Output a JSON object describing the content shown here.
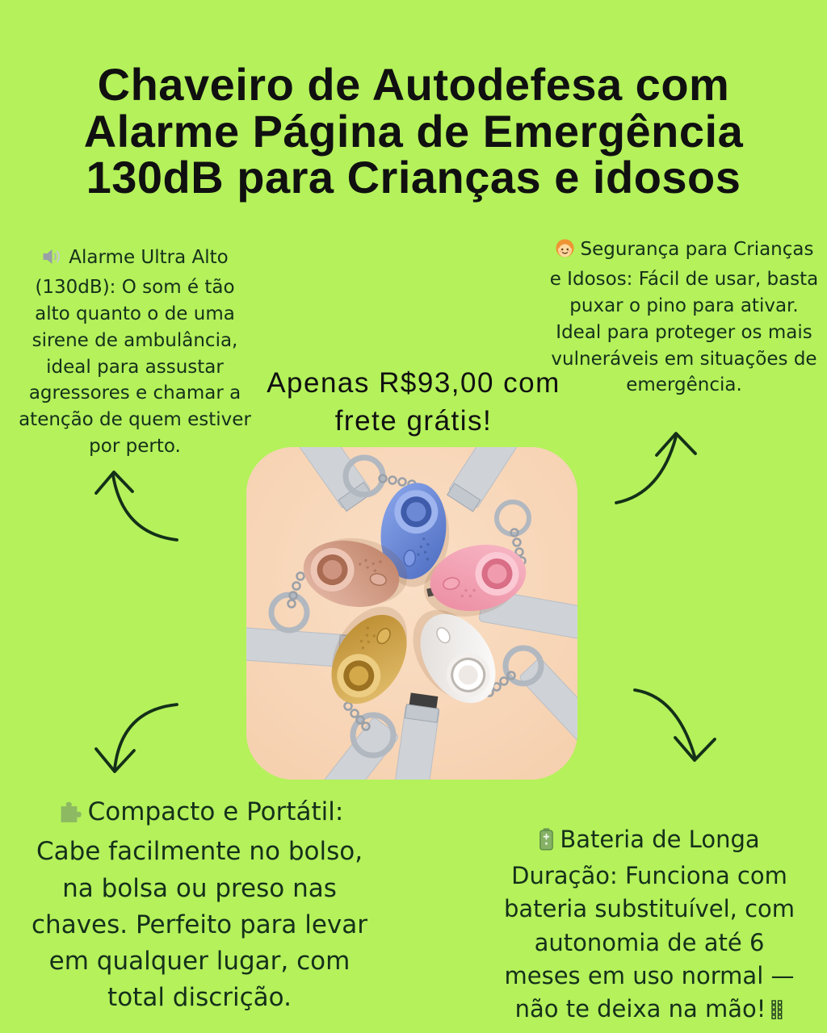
{
  "colors": {
    "background": "#b4f15b",
    "title_text": "#101010",
    "body_text": "#15301a",
    "photo_background": "#f8d5b6",
    "arrow_stroke": "#143018"
  },
  "title": {
    "text": "Chaveiro de Autodefesa com\nAlarme Página de Emergência\n130dB para Crianças e idosos"
  },
  "price_callout": {
    "text": "Apenas R$93,00 com\nfrete grátis!"
  },
  "features": {
    "ultra_loud": {
      "icon": "speaker-icon",
      "text": "Alarme Ultra Alto\n(130dB): O som é tão\nalto quanto o de uma\nsirene de ambulância,\nideal para assustar\nagressores e chamar a\natenção de quem estiver\npor perto."
    },
    "child_safety": {
      "icon": "child-face-icon",
      "text": "Segurança para Crianças\ne Idosos: Fácil de usar, basta\npuxar o pino para ativar.\nIdeal para proteger os mais\nvulneráveis em situações de\nemergência."
    },
    "compact": {
      "icon": "puzzle-icon",
      "text": "Compacto e Portátil:\nCabe facilmente no bolso,\nna bolsa ou preso nas\nchaves. Perfeito para levar\nem qualquer lugar, com\ntotal discrição."
    },
    "battery": {
      "icon": "battery-icon",
      "trailing_icon": "missing-glyph-icon",
      "text": "Bateria de Longa\nDuração: Funciona com\nbateria substituível, com\nautonomia de até 6\nmeses em uso normal —\nnão te deixa na mão!"
    }
  },
  "photo": {
    "product_variants": [
      "blue",
      "rose-gold",
      "pink",
      "gold",
      "white"
    ],
    "product_hex": [
      "#5b7fd4",
      "#d9a493",
      "#f5aebc",
      "#dcb45e",
      "#f4f2f0"
    ]
  }
}
